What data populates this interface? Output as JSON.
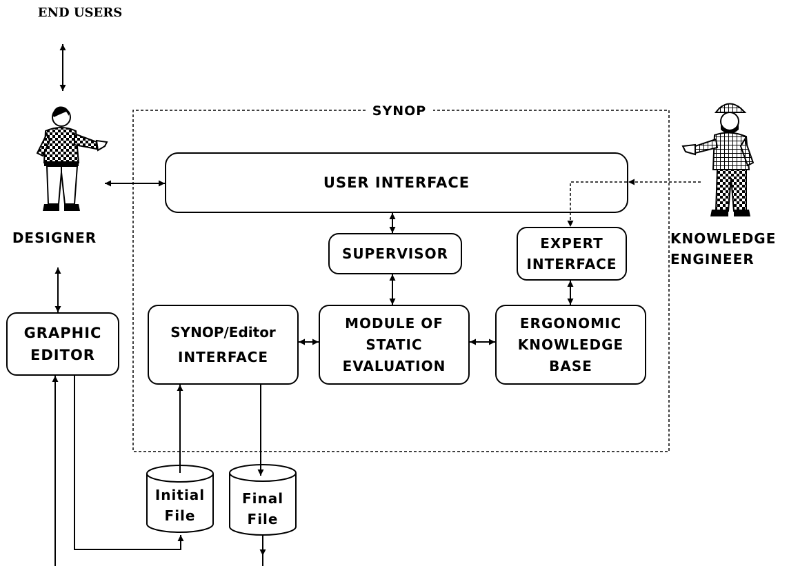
{
  "end_users_label": "END USERS",
  "system_label": "SYNOP",
  "actors": {
    "designer": "DESIGNER",
    "knowledge_engineer": [
      "KNOWLEDGE",
      "ENGINEER"
    ]
  },
  "blocks": {
    "user_interface": "USER INTERFACE",
    "supervisor": "SUPERVISOR",
    "expert_interface": [
      "EXPERT",
      "INTERFACE"
    ],
    "graphic_editor": [
      "GRAPHIC",
      "EDITOR"
    ],
    "editor_interface": [
      "SYNOP/Editor",
      "INTERFACE"
    ],
    "static_evaluation": [
      "MODULE OF",
      "STATIC",
      "EVALUATION"
    ],
    "knowledge_base": [
      "ERGONOMIC",
      "KNOWLEDGE",
      "BASE"
    ]
  },
  "files": {
    "initial": [
      "Initial",
      "File"
    ],
    "final": [
      "Final",
      "File"
    ]
  },
  "colors": {
    "ink": "#000000",
    "background": "#ffffff"
  }
}
